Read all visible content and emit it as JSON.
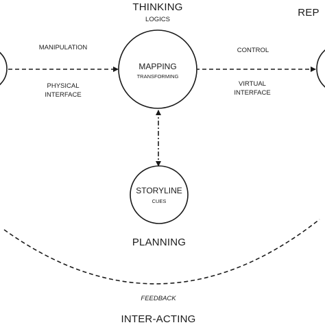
{
  "labels": {
    "thinking": "THINKING",
    "logics": "LOGICS",
    "rep": "REP",
    "manipulation": "MANIPULATION",
    "physical_interface_1": "PHYSICAL",
    "physical_interface_2": "INTERFACE",
    "control": "CONTROL",
    "virtual_interface_1": "VIRTUAL",
    "virtual_interface_2": "INTERFACE",
    "planning": "PLANNING",
    "feedback": "FEEDBACK",
    "inter_acting": "INTER-ACTING"
  },
  "nodes": {
    "mapping": {
      "title": "MAPPING",
      "subtitle": "TRANSFORMING"
    },
    "storyline": {
      "title": "STORYLINE",
      "subtitle": "CUES"
    }
  },
  "colors": {
    "ink": "#1a1a1a",
    "background": "#ffffff"
  }
}
